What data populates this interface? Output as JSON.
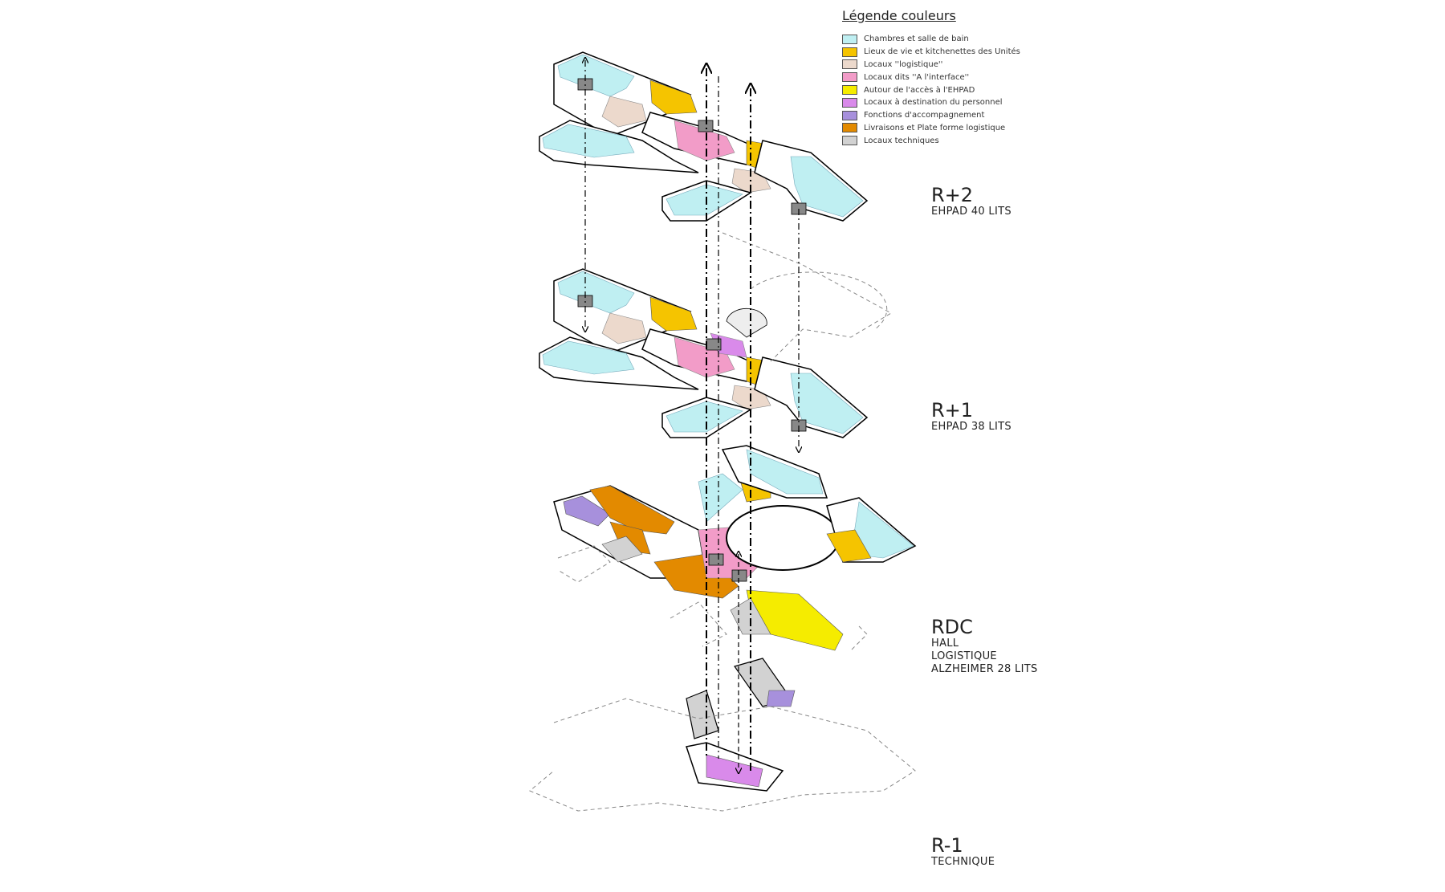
{
  "legend": {
    "title": "Légende couleurs",
    "items": [
      {
        "label": "Chambres et salle de bain",
        "color": "#bfeff2"
      },
      {
        "label": "Lieux de vie et kitchenettes des Unités",
        "color": "#f5c400"
      },
      {
        "label": "Locaux ''logistique''",
        "color": "#ecd9cc"
      },
      {
        "label": "Locaux dits ''A l'interface''",
        "color": "#f29cc8"
      },
      {
        "label": "Autour de l'accès à l'EHPAD",
        "color": "#f5ec00"
      },
      {
        "label": "Locaux à destination du personnel",
        "color": "#d98aea"
      },
      {
        "label": "Fonctions d'accompagnement",
        "color": "#a790dc"
      },
      {
        "label": "Livraisons et Plate forme logistique",
        "color": "#e38a00"
      },
      {
        "label": "Locaux techniques",
        "color": "#d2d2d2"
      }
    ]
  },
  "levels": {
    "r2": {
      "name": "R+2",
      "lines": [
        "EHPAD 40 LITS"
      ]
    },
    "r1": {
      "name": "R+1",
      "lines": [
        "EHPAD 38 LITS"
      ]
    },
    "rdc": {
      "name": "RDC",
      "lines": [
        "HALL",
        "LOGISTIQUE",
        "ALZHEIMER 28 LITS"
      ]
    },
    "rm1": {
      "name": "R-1",
      "lines": [
        "TECHNIQUE"
      ]
    }
  }
}
